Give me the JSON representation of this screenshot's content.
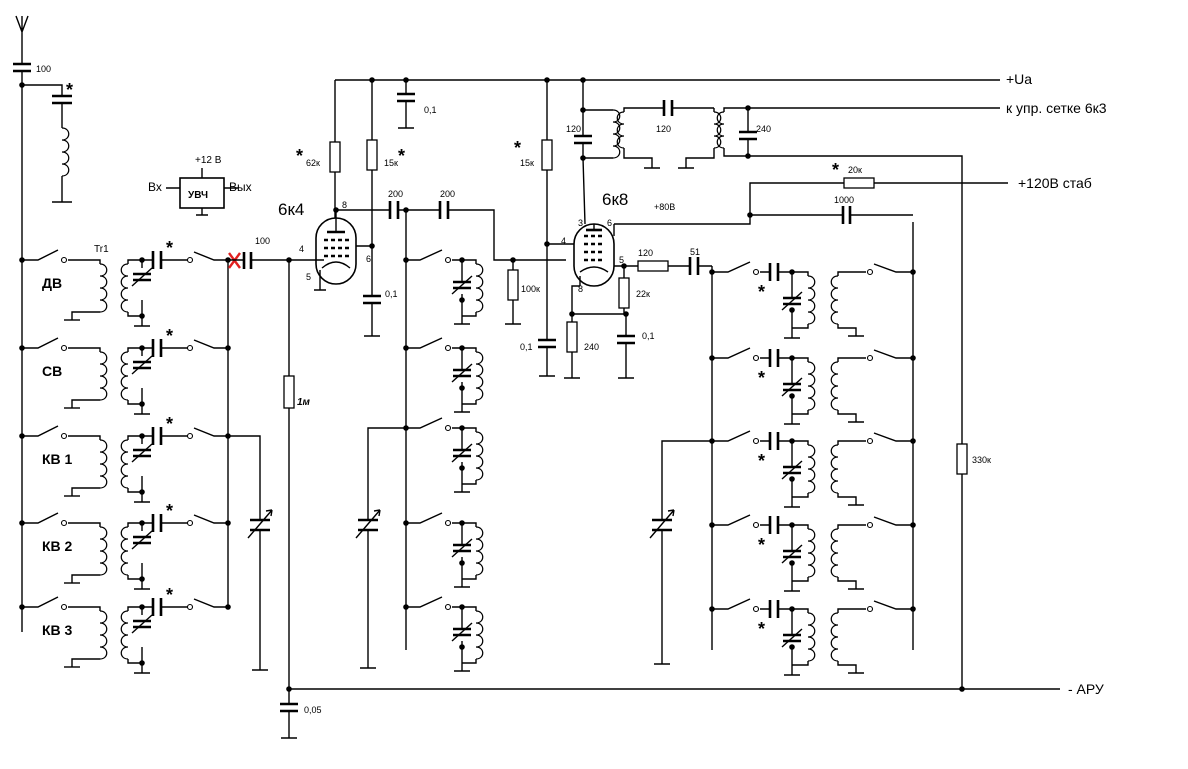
{
  "rails": {
    "plus_ua": "+Ua",
    "grid_ctrl": "к упр. сетке 6к3",
    "plus120": "+120В стаб",
    "aru": "- АРУ"
  },
  "tubes": {
    "t1": "6к4",
    "t2": "6к8"
  },
  "uvch": {
    "box": "УВЧ",
    "vin": "Вх",
    "vout": "Вых",
    "supply": "+12 В"
  },
  "bands": [
    "ДВ",
    "СВ",
    "КВ 1",
    "КВ 2",
    "КВ 3"
  ],
  "labels": {
    "tr1": "Tr1",
    "star": "*",
    "c_ant": "100",
    "c_in": "100",
    "c_01_top": "0,1",
    "r_62k": "62к",
    "r_15k_a": "15к",
    "r_15k_b": "15к",
    "c_200_a": "200",
    "c_200_b": "200",
    "c_01_a": "0,1",
    "r_1m": "1м",
    "c_005": "0,05",
    "r_100k": "100к",
    "c_01_b": "0,1",
    "r_240": "240",
    "r_22k": "22к",
    "c_01_c": "0,1",
    "r_120": "120",
    "c_51": "51",
    "v_80": "+80В",
    "c_1000": "1000",
    "r_20k": "20к",
    "r_330k": "330к",
    "c_120_a": "120",
    "c_120_b": "120",
    "c_240": "240",
    "pin8_a": "8",
    "pin4_a": "4",
    "pin5_a": "5",
    "pin6_a": "6",
    "pin3_b": "3",
    "pin6_b": "6",
    "pin4_b": "4",
    "pin5_b": "5",
    "pin8_b": "8"
  },
  "colors": {
    "wire": "#000000",
    "cut_mark": "#e02020"
  }
}
